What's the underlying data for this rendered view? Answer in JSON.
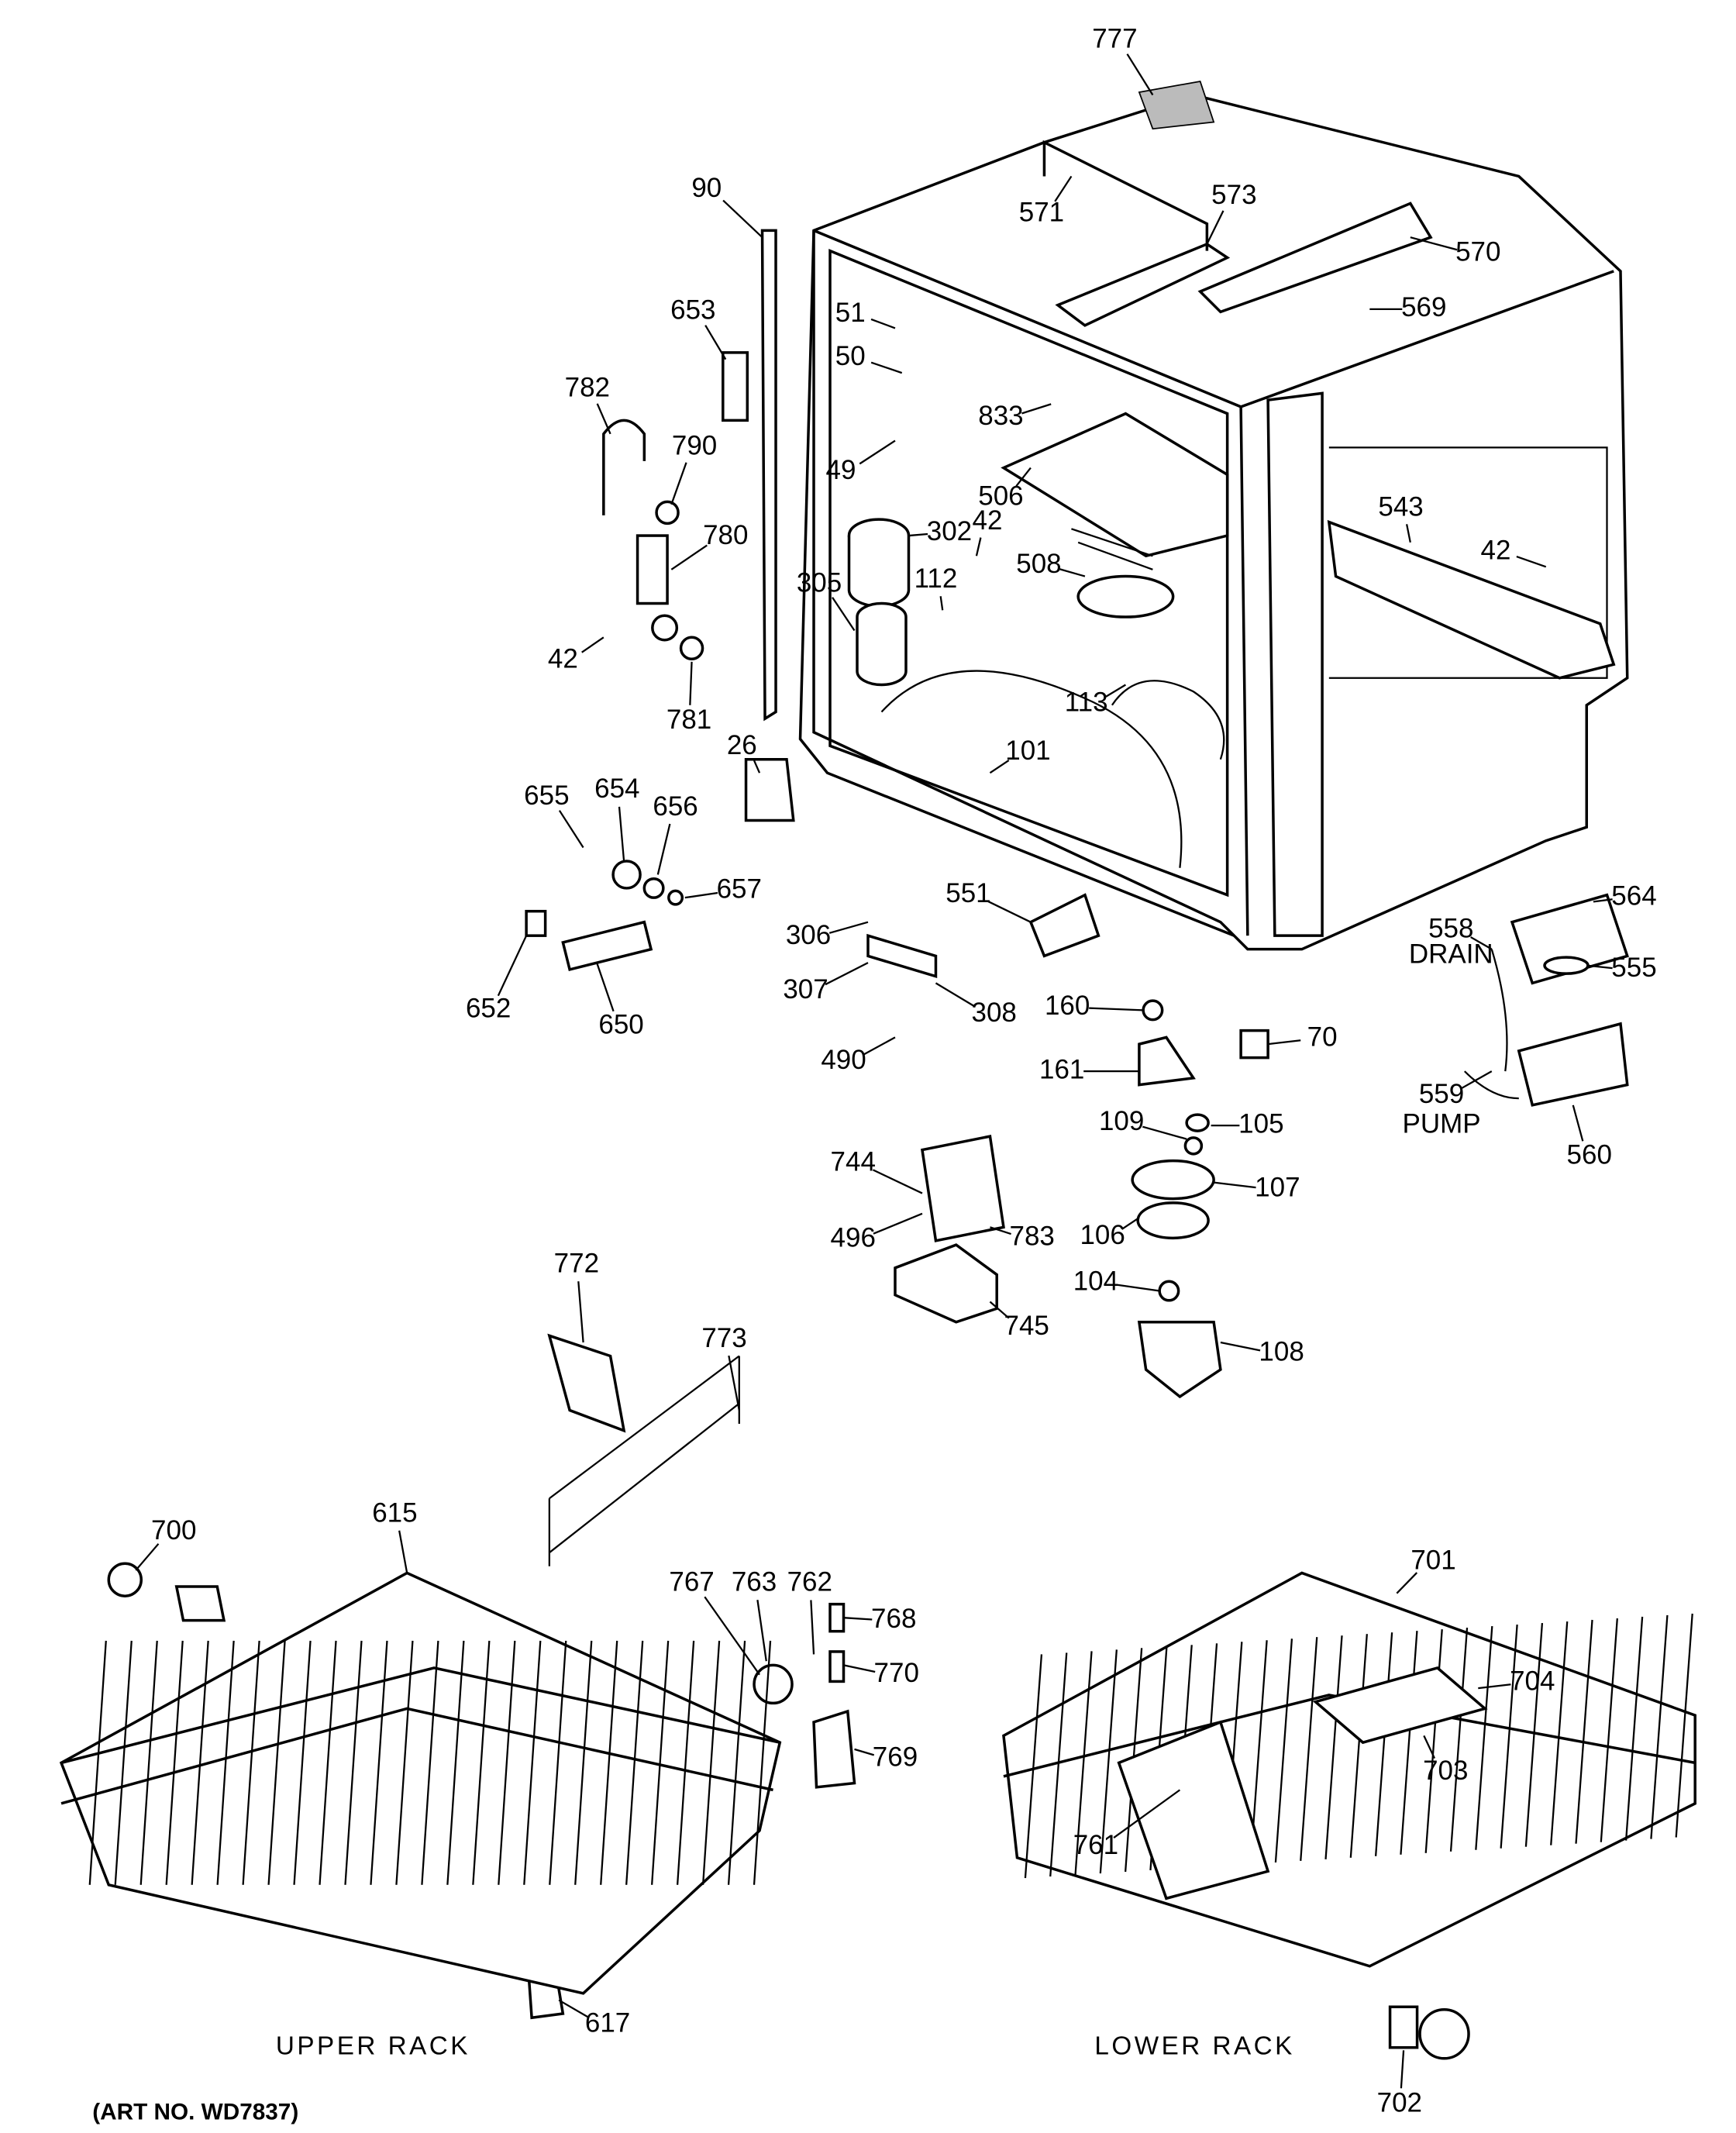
{
  "diagram": {
    "part_labels": [
      "777",
      "571",
      "573",
      "570",
      "569",
      "90",
      "653",
      "51",
      "50",
      "833",
      "782",
      "790",
      "49",
      "506",
      "302",
      "42",
      "780",
      "112",
      "305",
      "508",
      "543",
      "42",
      "42",
      "781",
      "113",
      "101",
      "26",
      "655",
      "654",
      "656",
      "657",
      "564",
      "558",
      "555",
      "551",
      "306",
      "307",
      "308",
      "652",
      "650",
      "160",
      "490",
      "161",
      "70",
      "559",
      "560",
      "109",
      "105",
      "107",
      "744",
      "496",
      "783",
      "106",
      "104",
      "745",
      "108",
      "772",
      "773",
      "700",
      "615",
      "767",
      "763",
      "762",
      "768",
      "770",
      "769",
      "701",
      "704",
      "703",
      "761",
      "617",
      "702"
    ],
    "drain_label": "DRAIN",
    "pump_label": "PUMP",
    "upper_rack_label": "UPPER RACK",
    "lower_rack_label": "LOWER RACK",
    "art_number": "(ART NO. WD7837)"
  }
}
